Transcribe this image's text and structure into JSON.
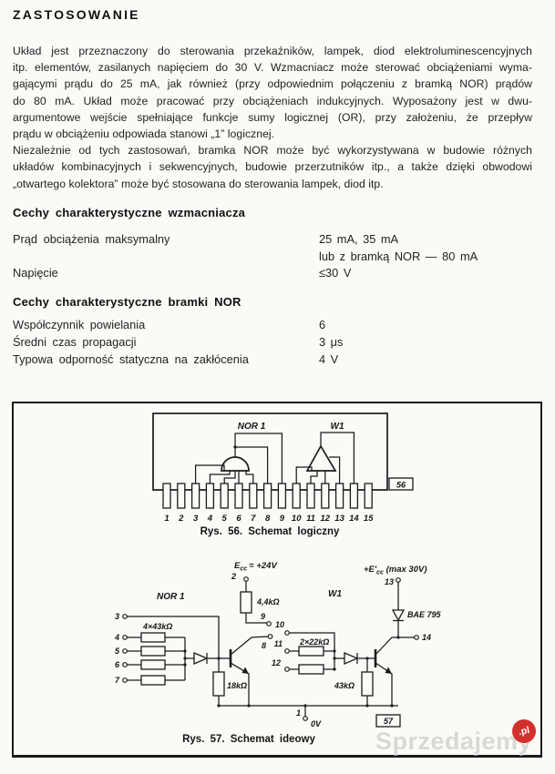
{
  "page": {
    "title": "ZASTOSOWANIE",
    "para_lines": [
      "Układ jest przeznaczony do sterowania przekaźników, lampek, diod elektroluminescencyjnych",
      "itp. elementów, zasilanych napięciem do 30 V. Wzmacniacz może sterować obciążeniami wyma-",
      "gającymi prądu do 25 mA, jak również (przy odpowiednim połączeniu z bramką NOR) prądów",
      "do 80 mA. Układ może pracować przy obciążeniach indukcyjnych. Wyposażony jest w dwu-",
      "argumentowe wejście spełniające funkcje sumy logicznej (OR), przy założeniu, że przepływ",
      "prądu w obciążeniu odpowiada stanowi „1” logicznej.",
      "Niezależnie od tych zastosowań, bramka NOR może być wykorzystywana w budowie różnych",
      "układów kombinacyjnych i sekwencyjnych, budowie przerzutników itp., a także dzięki obwodowi",
      "„otwartego kolektora” może być stosowana do sterowania lampek, diod itp."
    ]
  },
  "section_amp": {
    "heading": "Cechy charakterystyczne wzmacniacza",
    "rows": [
      {
        "label": "Prąd obciążenia maksymalny",
        "value": "25 mA, 35 mA"
      },
      {
        "label": "",
        "value": "lub z bramką NOR — 80 mA"
      },
      {
        "label": "Napięcie",
        "value": "≤30 V"
      }
    ]
  },
  "section_nor": {
    "heading": "Cechy charakterystyczne bramki NOR",
    "rows": [
      {
        "label": "Współczynnik powielania",
        "value": "6"
      },
      {
        "label": "Średni czas propagacji",
        "value": "3 μs"
      },
      {
        "label": "Typowa odporność statyczna na zakłócenia",
        "value": "4 V"
      }
    ]
  },
  "fig56": {
    "caption": "Rys. 56. Schemat logiczny",
    "nor_label": "NOR 1",
    "w_label": "W1",
    "ref_box": "56",
    "pins": [
      "1",
      "2",
      "3",
      "4",
      "5",
      "6",
      "7",
      "8",
      "9",
      "10",
      "11",
      "12",
      "13",
      "14",
      "15"
    ]
  },
  "fig57": {
    "caption": "Rys. 57. Schemat ideowy",
    "nor_label": "NOR 1",
    "w_label": "W1",
    "ref_box": "57",
    "pins": [
      "1",
      "2",
      "3",
      "4",
      "5",
      "6",
      "7",
      "8",
      "9",
      "10",
      "11",
      "12",
      "13",
      "14"
    ],
    "labels": {
      "vcc_pre": "E",
      "vcc_sub": "cc",
      "vcc_rest": "= +24V",
      "vcc2_pre": "+E'",
      "vcc2_sub": "cc",
      "vcc2_rest": " (max 30V)",
      "r_load": "4,4kΩ",
      "r_in_nor": "4×43kΩ",
      "r_base_nor": "18kΩ",
      "r_in_w": "2×22kΩ",
      "r_base_w": "43kΩ",
      "diode": "BAE 795",
      "gnd": "0V"
    }
  },
  "watermark": {
    "text": "Sprzedajemy",
    "badge": ".pl"
  }
}
